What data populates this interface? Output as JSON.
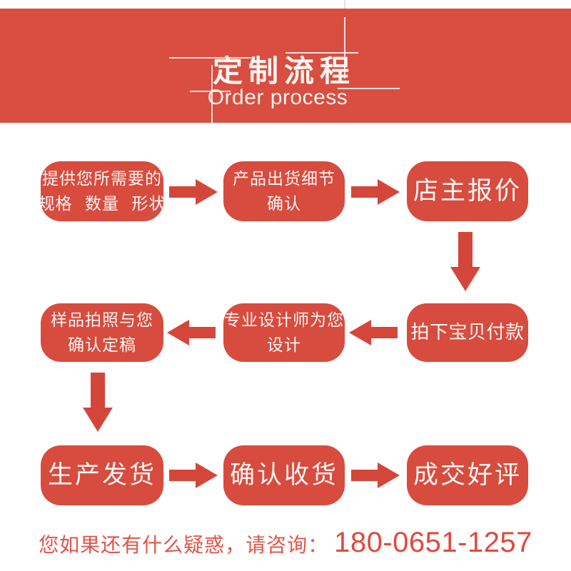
{
  "banner": {
    "title_cn": "定制流程",
    "title_en": "Order process"
  },
  "colors": {
    "banner_red": "#d94e40",
    "box_red": "#d74c3e",
    "arrow_red": "#d5463a",
    "footer_red": "#e25449",
    "phone_red": "#e0493e",
    "text_white": "#fcf6f4"
  },
  "steps": [
    {
      "order": 1,
      "lines": [
        "提供您所需要的",
        "规格 数量 形状"
      ]
    },
    {
      "order": 2,
      "lines": [
        "产品出货细节",
        "确认"
      ]
    },
    {
      "order": 3,
      "lines": [
        "店主报价"
      ]
    },
    {
      "order": 4,
      "lines": [
        "拍下宝贝付款"
      ]
    },
    {
      "order": 5,
      "lines": [
        "专业设计师为您",
        "设计"
      ]
    },
    {
      "order": 6,
      "lines": [
        "样品拍照与您",
        "确认定稿"
      ]
    },
    {
      "order": 7,
      "lines": [
        "生产发货"
      ]
    },
    {
      "order": 8,
      "lines": [
        "确认收货"
      ]
    },
    {
      "order": 9,
      "lines": [
        "成交好评"
      ]
    }
  ],
  "footer": {
    "note": "您如果还有什么疑惑，请咨询：",
    "phone": "180-0651-1257"
  }
}
